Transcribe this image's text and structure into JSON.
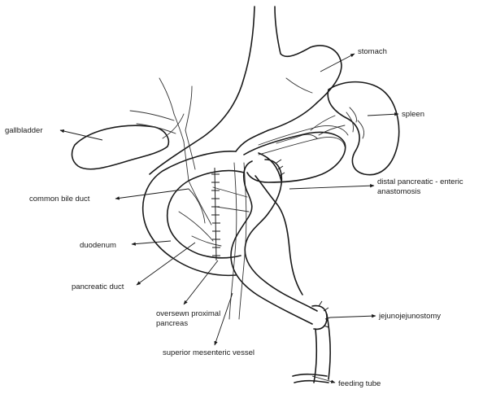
{
  "diagram": {
    "labels": {
      "stomach": "stomach",
      "spleen": "spleen",
      "gallbladder": "gallbladder",
      "distal_anastomosis_line1": "distal pancreatic - enteric",
      "distal_anastomosis_line2": "anastomosis",
      "common_bile_duct": "common bile duct",
      "duodenum": "duodenum",
      "pancreatic_duct": "pancreatic duct",
      "oversewn_line1": "oversewn proximal",
      "oversewn_line2": "pancreas",
      "jejunojejunostomy": "jejunojejunostomy",
      "superior_mesenteric_vessel": "superior mesenteric vessel",
      "feeding_tube": "feeding tube"
    }
  }
}
